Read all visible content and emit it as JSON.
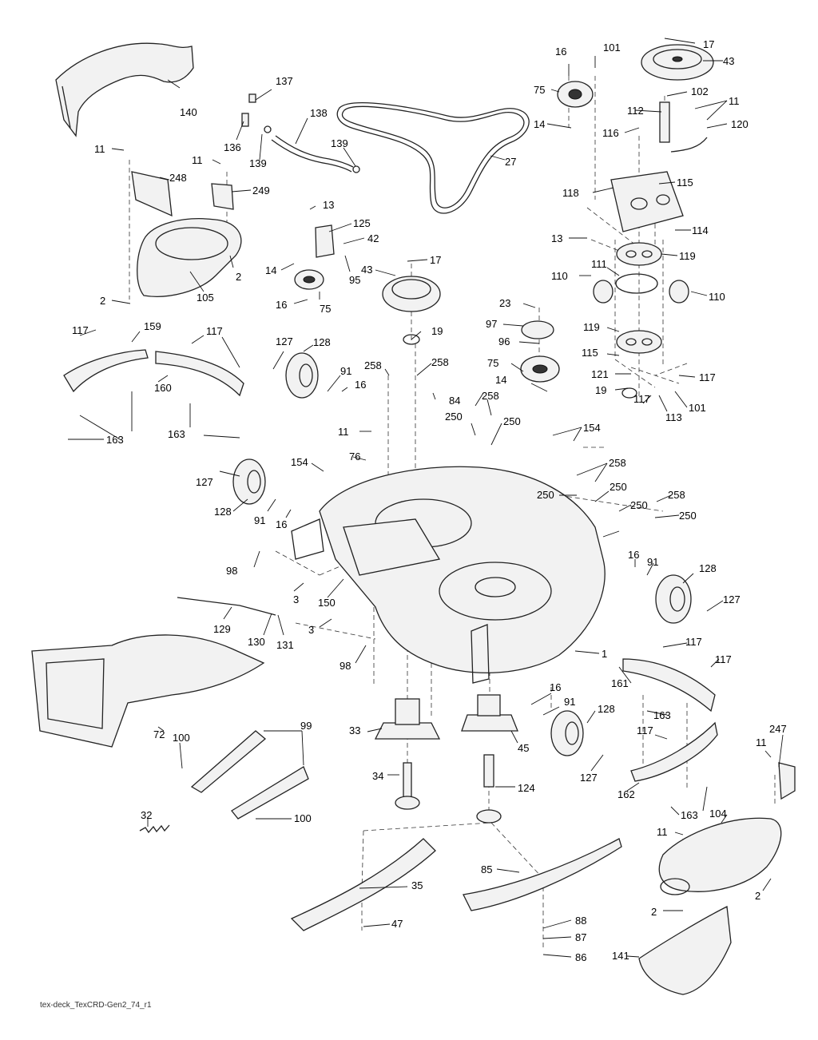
{
  "footer_code": "tex-deck_TexCRD-Gen2_74_r1",
  "labels": {
    "l17a": "17",
    "l43a": "43",
    "l16a": "16",
    "l101a": "101",
    "l75a": "75",
    "l102": "102",
    "l11a": "11",
    "l112": "112",
    "l14a": "14",
    "l116": "116",
    "l120": "120",
    "l137": "137",
    "l140": "140",
    "l138": "138",
    "l136": "136",
    "l139a": "139",
    "l139b": "139",
    "l27": "27",
    "l11b": "11",
    "l11c": "11",
    "l248": "248",
    "l249": "249",
    "l118": "118",
    "l115a": "115",
    "l13a": "13",
    "l125": "125",
    "l42": "42",
    "l13b": "13",
    "l114": "114",
    "l14b": "14",
    "l43b": "43",
    "l17b": "17",
    "l119a": "119",
    "l95": "95",
    "l2a": "2",
    "l105": "105",
    "l2b": "2",
    "l16b": "16",
    "l75b": "75",
    "l111": "111",
    "l110a": "110",
    "l110b": "110",
    "l23": "23",
    "l97": "97",
    "l119b": "119",
    "l117a": "117",
    "l159": "159",
    "l117b": "117",
    "l127a": "127",
    "l128a": "128",
    "l19a": "19",
    "l96": "96",
    "l115b": "115",
    "l75c": "75",
    "l258a": "258",
    "l258b": "258",
    "l91a": "91",
    "l16c": "16",
    "l160": "160",
    "l14c": "14",
    "l121": "121",
    "l117c": "117",
    "l19b": "19",
    "l101b": "101",
    "l84": "84",
    "l258c": "258",
    "l117d": "117",
    "l113": "113",
    "l163a": "163",
    "l163b": "163",
    "l11d": "11",
    "l250a": "250",
    "l250b": "250",
    "l154a": "154",
    "l76": "76",
    "l154b": "154",
    "l258d": "258",
    "l127b": "127",
    "l250c": "250",
    "l250d": "250",
    "l258e": "258",
    "l128b": "128",
    "l91b": "91",
    "l16d": "16",
    "l250e": "250",
    "l250f": "250",
    "l16e": "16",
    "l91c": "91",
    "l128c": "128",
    "l98a": "98",
    "l3a": "3",
    "l150": "150",
    "l127c": "127",
    "l129": "129",
    "l130": "130",
    "l131": "131",
    "l3b": "3",
    "l1": "1",
    "l117e": "117",
    "l117f": "117",
    "l98b": "98",
    "l161": "161",
    "l16f": "16",
    "l91d": "91",
    "l128d": "128",
    "l163c": "163",
    "l33": "33",
    "l45": "45",
    "l247": "247",
    "l72": "72",
    "l99": "99",
    "l100a": "100",
    "l117g": "117",
    "l11e": "11",
    "l34": "34",
    "l124": "124",
    "l127d": "127",
    "l162": "162",
    "l163d": "163",
    "l104": "104",
    "l32": "32",
    "l100b": "100",
    "l11f": "11",
    "l85": "85",
    "l35": "35",
    "l2c": "2",
    "l2d": "2",
    "l47": "47",
    "l88": "88",
    "l87": "87",
    "l141": "141",
    "l86": "86"
  }
}
